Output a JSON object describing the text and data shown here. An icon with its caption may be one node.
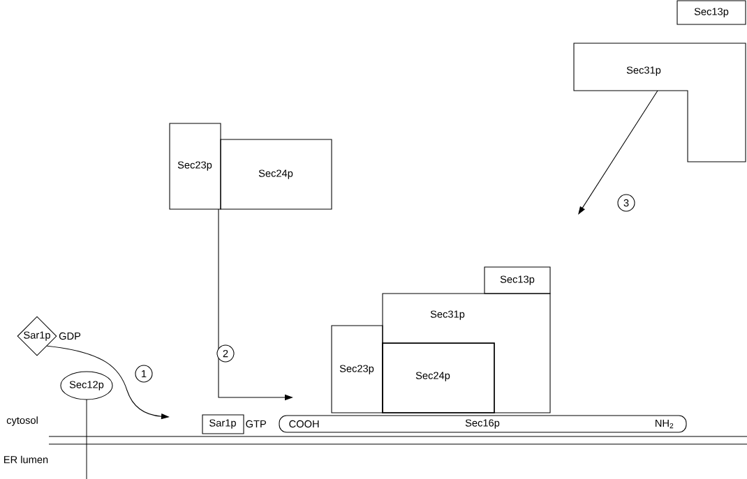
{
  "diagram": {
    "nodes": [
      {
        "text": [
          "Sec13p"
        ]
      },
      {
        "text": [
          "Sec31p"
        ]
      },
      {
        "text": [
          "Sec23p"
        ]
      },
      {
        "text": [
          "Sec24p"
        ]
      },
      {
        "text": [
          "Sar1p"
        ],
        "beside": [
          "GDP"
        ]
      },
      {
        "text": [
          "Sec13p"
        ]
      },
      {
        "text": [
          "Sec31p"
        ]
      },
      {
        "text": [
          "Sec23p"
        ]
      },
      {
        "text": [
          "Sec24p"
        ],
        "in": 6
      },
      {
        "text": [
          "Sec12p"
        ]
      },
      {
        "text": [
          "Sar1p"
        ],
        "beside": [
          "GTP"
        ]
      },
      {
        "text": [
          "COOH",
          "Sec16p",
          "NH$_{2}$"
        ]
      }
    ],
    "edges": [
      {
        "from": 4,
        "to": null,
        "arrow": "to",
        "label": "1"
      },
      {
        "from": 2,
        "to": null,
        "arrow": "to",
        "label": "2"
      },
      {
        "from": 1,
        "to": null,
        "arrow": "to",
        "label": "3"
      }
    ],
    "labels": [
      "cytosol",
      "ER lumen"
    ]
  }
}
